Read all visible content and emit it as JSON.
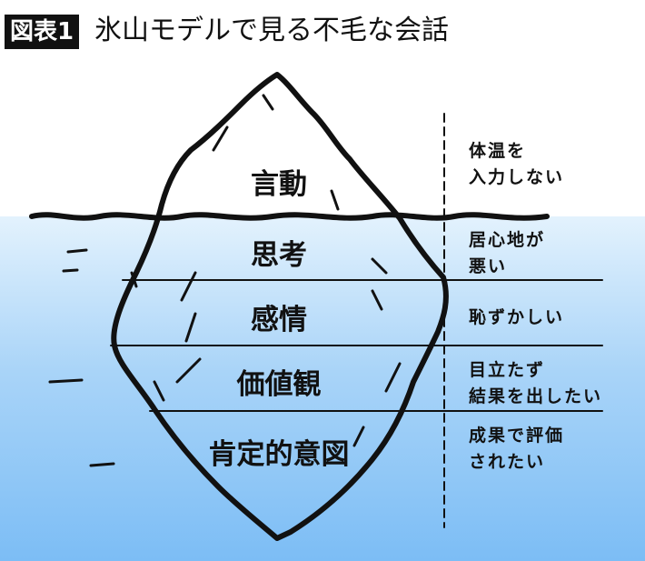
{
  "header": {
    "badge": "図表1",
    "title": "氷山モデルで見る不毛な会話"
  },
  "layers": [
    {
      "label": "言動",
      "note": [
        "体温を",
        "入力しない"
      ]
    },
    {
      "label": "思考",
      "note": [
        "居心地が",
        "悪い"
      ]
    },
    {
      "label": "感情",
      "note": [
        "恥ずかしい"
      ]
    },
    {
      "label": "価値観",
      "note": [
        "目立たず",
        "結果を出したい"
      ]
    },
    {
      "label": "肯定的意図",
      "note": [
        "成果で評価",
        "されたい"
      ]
    }
  ]
}
